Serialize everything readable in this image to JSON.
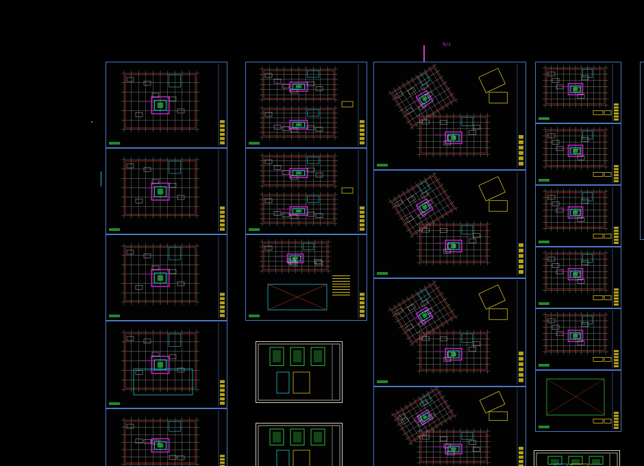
{
  "canvas": {
    "background": "#000000"
  },
  "colors": {
    "frame": "#4a78c8",
    "grid": "#c8c8c8",
    "wall": "#b83020",
    "core": "#c020c0",
    "cyan": "#20c8d0",
    "green": "#30c040",
    "yellow": "#d8c020",
    "white": "#e8e8e8",
    "paper_frame": "#d8d2c0"
  },
  "stray_marks": {
    "top_label": "9/c"
  },
  "columns": {
    "col1": {
      "sheets": [
        "sheet-1-1",
        "sheet-1-2",
        "sheet-1-3",
        "sheet-1-4",
        "sheet-1-5"
      ]
    },
    "col2": {
      "sheets": [
        "sheet-2-1",
        "sheet-2-2",
        "sheet-2-3",
        "sheet-2-detail-1",
        "sheet-2-detail-2"
      ]
    },
    "col3": {
      "sheets": [
        "sheet-3-1",
        "sheet-3-2",
        "sheet-3-3",
        "sheet-3-4"
      ]
    },
    "col4": {
      "sheets": [
        "sheet-4-1",
        "sheet-4-2",
        "sheet-4-3",
        "sheet-4-4",
        "sheet-4-5",
        "sheet-4-6",
        "sheet-4-detail-1"
      ]
    }
  }
}
